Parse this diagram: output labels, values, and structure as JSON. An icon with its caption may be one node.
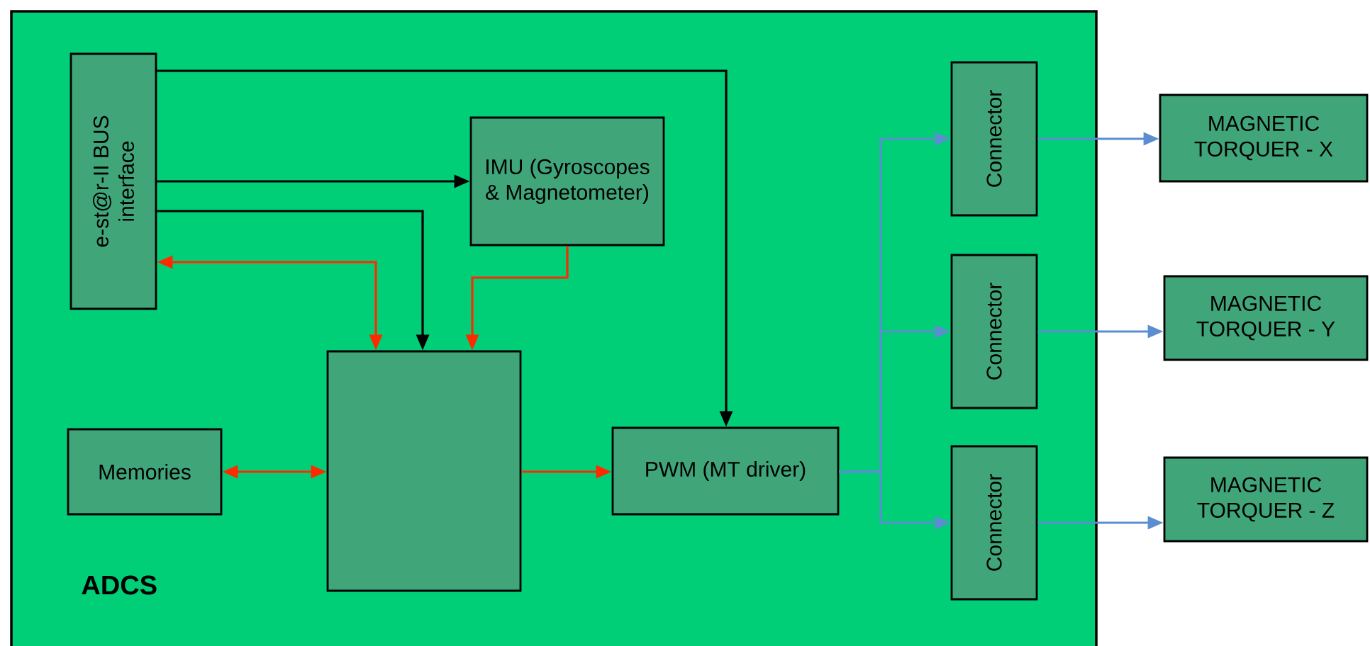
{
  "diagram": {
    "nodes": [
      {
        "text": [
          "ADCS"
        ]
      },
      {
        "text": [
          "e-st@r-II BUS interface"
        ],
        "in": 0
      },
      {
        "text": [
          "IMU (Gyroscopes & Magnetometer)"
        ],
        "in": 0
      },
      {
        "text": [
          "Memories"
        ],
        "in": 0
      },
      {
        "text": [],
        "shape": "box",
        "in": 0
      },
      {
        "text": [
          "PWM (MT driver)"
        ],
        "in": 0
      },
      {
        "text": [
          "Connector"
        ],
        "in": 0
      },
      {
        "text": [
          "Connector"
        ],
        "in": 0
      },
      {
        "text": [
          "Connector"
        ],
        "in": 0
      },
      {
        "text": [
          "MAGNETIC TORQUER - X"
        ]
      },
      {
        "text": [
          "MAGNETIC TORQUER - Y"
        ]
      },
      {
        "text": [
          "MAGNETIC TORQUER - Z"
        ]
      }
    ],
    "edges": [
      {
        "from": 1,
        "to": 5,
        "arrow": "to",
        "color": "#000000"
      },
      {
        "from": 1,
        "to": 2,
        "arrow": "to",
        "color": "#000000"
      },
      {
        "from": 1,
        "to": 4,
        "arrow": "to",
        "color": "#000000"
      },
      {
        "from": 4,
        "to": 1,
        "arrow": "both",
        "color": "#ff2a00"
      },
      {
        "from": 2,
        "to": 4,
        "arrow": "to",
        "color": "#ff2a00"
      },
      {
        "from": 3,
        "to": 4,
        "arrow": "both",
        "color": "#ff2a00"
      },
      {
        "from": 4,
        "to": 5,
        "arrow": "to",
        "color": "#ff2a00"
      },
      {
        "from": 5,
        "to": 6,
        "arrow": "to",
        "color": "#5b8ed0"
      },
      {
        "from": 5,
        "to": 7,
        "arrow": "to",
        "color": "#5b8ed0"
      },
      {
        "from": 5,
        "to": 8,
        "arrow": "to",
        "color": "#5b8ed0"
      },
      {
        "from": 6,
        "to": 9,
        "arrow": "to",
        "color": "#5b8ed0"
      },
      {
        "from": 7,
        "to": 10,
        "arrow": "to",
        "color": "#5b8ed0"
      },
      {
        "from": 8,
        "to": 11,
        "arrow": "to",
        "color": "#5b8ed0"
      }
    ]
  }
}
